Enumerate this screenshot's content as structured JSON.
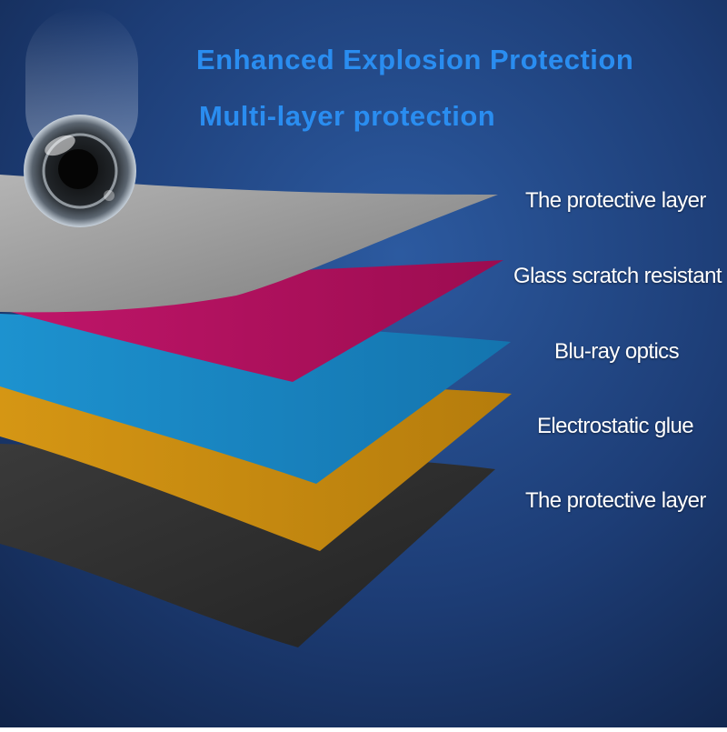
{
  "headline": {
    "line1": "Enhanced Explosion Protection",
    "line2": "Multi-layer protection"
  },
  "layers": [
    {
      "label": "The protective layer",
      "color": "#8f8f8f"
    },
    {
      "label": "Glass scratch resistant",
      "color": "#b0105c"
    },
    {
      "label": "Blu-ray optics",
      "color": "#1784c0"
    },
    {
      "label": "Electrostatic glue",
      "color": "#c78b10"
    },
    {
      "label": "The protective layer",
      "color": "#2e2e2e"
    }
  ],
  "colors": {
    "background": "#1c3a6e",
    "headline": "#2a8df0",
    "label": "#ffffff"
  },
  "icons": {
    "impact_ball": "glass-ball-icon"
  }
}
